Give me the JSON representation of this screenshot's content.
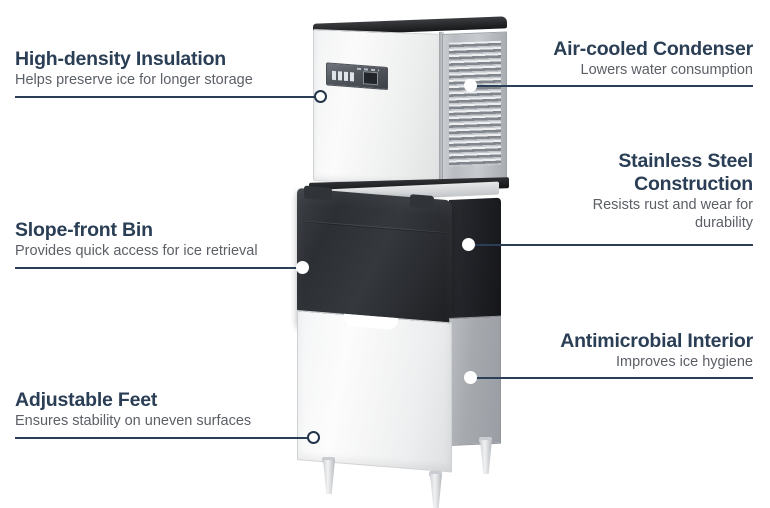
{
  "page": {
    "background_color": "#ffffff",
    "accent_color": "#2a3e55",
    "title_color": "#2a3e55",
    "subtitle_color": "#5b5f66"
  },
  "product": {
    "name": "modular-ice-machine-with-storage-bin",
    "parts": {
      "head_unit": "ice-maker-head-unit",
      "control_panel": "control-panel",
      "condenser_vent": "air-cooled-condenser-louver-panel",
      "bin_door": "slope-front-bin-door",
      "bin_body": "stainless-steel-storage-bin",
      "legs": "adjustable-feet"
    }
  },
  "callouts": [
    {
      "id": "high-density-insulation",
      "title": "High-density Insulation",
      "subtitle": "Helps preserve ice for longer storage",
      "side": "left"
    },
    {
      "id": "air-cooled-condenser",
      "title": "Air-cooled Condenser",
      "subtitle": "Lowers water consumption",
      "side": "right"
    },
    {
      "id": "stainless-steel-construction",
      "title": "Stainless Steel Construction",
      "subtitle": "Resists rust and wear for durability",
      "side": "right"
    },
    {
      "id": "slope-front-bin",
      "title": "Slope-front Bin",
      "subtitle": "Provides quick access for ice retrieval",
      "side": "left"
    },
    {
      "id": "antimicrobial-interior",
      "title": "Antimicrobial Interior",
      "subtitle": "Improves ice hygiene",
      "side": "right"
    },
    {
      "id": "adjustable-feet",
      "title": "Adjustable Feet",
      "subtitle": "Ensures stability on uneven surfaces",
      "side": "left"
    }
  ]
}
